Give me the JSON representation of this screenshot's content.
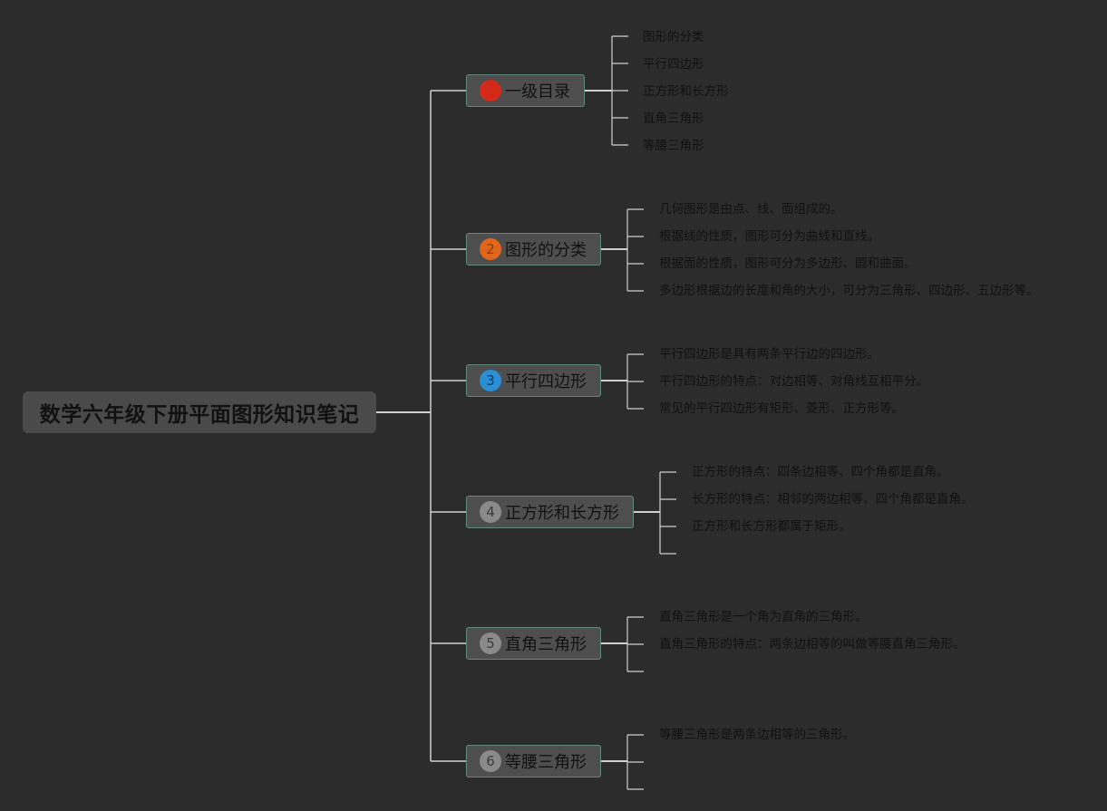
{
  "root": {
    "title": "数学六年级下册平面图形知识笔记"
  },
  "branches": [
    {
      "num": "1",
      "label": "一级目录",
      "badge_color": "#d42a1a",
      "badge_text_color": "#d42a1a",
      "children": [
        "图形的分类",
        "平行四边形",
        "正方形和长方形",
        "直角三角形",
        "等腰三角形"
      ]
    },
    {
      "num": "2",
      "label": "图形的分类",
      "badge_color": "#e0661c",
      "badge_text_color": "#8a3a0a",
      "children": [
        "几何图形是由点、线、面组成的。",
        "根据线的性质，图形可分为曲线和直线。",
        "根据面的性质，图形可分为多边形、圆和曲面。",
        "多边形根据边的长度和角的大小，可分为三角形、四边形、五边形等。"
      ]
    },
    {
      "num": "3",
      "label": "平行四边形",
      "badge_color": "#2a8fd4",
      "badge_text_color": "#0c3d66",
      "children": [
        "平行四边形是具有两条平行边的四边形。",
        "平行四边形的特点：对边相等、对角线互相平分。",
        "常见的平行四边形有矩形、菱形、正方形等。"
      ]
    },
    {
      "num": "4",
      "label": "正方形和长方形",
      "badge_color": "#8a8a8a",
      "badge_text_color": "#3a3a3a",
      "children": [
        "正方形的特点：四条边相等、四个角都是直角。",
        "长方形的特点：相邻的两边相等、四个角都是直角。",
        "正方形和长方形都属于矩形。",
        ""
      ]
    },
    {
      "num": "5",
      "label": "直角三角形",
      "badge_color": "#8a8a8a",
      "badge_text_color": "#3a3a3a",
      "children": [
        "直角三角形是一个角为直角的三角形。",
        "直角三角形的特点：两条边相等的叫做等腰直角三角形。",
        ""
      ]
    },
    {
      "num": "6",
      "label": "等腰三角形",
      "badge_color": "#8a8a8a",
      "badge_text_color": "#3a3a3a",
      "children": [
        "等腰三角形是两条边相等的三角形。",
        "",
        ""
      ]
    }
  ],
  "colors": {
    "background": "#2c2c2c",
    "line": "#d0d0d0",
    "node_border": "#5f8a80"
  }
}
